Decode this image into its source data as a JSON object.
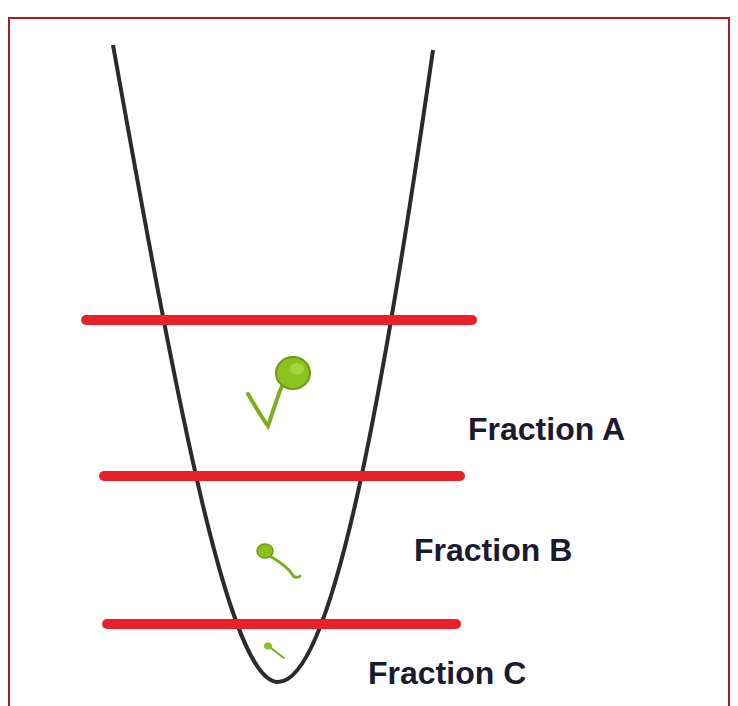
{
  "diagram": {
    "labels": [
      "Fraction A",
      "Fraction B",
      "Fraction C"
    ]
  }
}
